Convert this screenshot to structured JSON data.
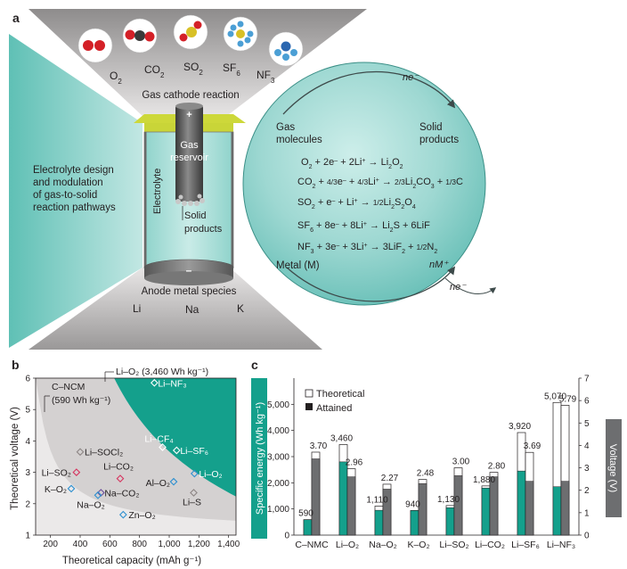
{
  "panel_a": {
    "label": "a",
    "gases": [
      "O2",
      "CO2",
      "SO2",
      "SF6",
      "NF3"
    ],
    "gas_cathode_reaction": "Gas cathode reaction",
    "plus_sign": "+",
    "minus_sign": "–",
    "gas": "Gas",
    "reservoir": "reservoir",
    "electrolyte": "Electrolyte",
    "solid": "Solid",
    "products": "products",
    "electrolyte_design": [
      "Electrolyte design",
      "and modulation",
      "of gas-to-solid",
      "reaction pathways"
    ],
    "anode_metal_species": "Anode metal species",
    "metals": [
      "Li",
      "Na",
      "K"
    ],
    "sphere": {
      "ne_top": "ne⁻",
      "gas_molecules": [
        "Gas",
        "molecules"
      ],
      "solid_products": [
        "Solid",
        "products"
      ],
      "metal_m": "Metal (M)",
      "nm_plus": "nM⁺",
      "ne_bottom": "ne⁻",
      "reactions": [
        "O₂ + 2e⁻ + 2Li⁺ → Li₂O₂",
        "CO₂ + 4/3 e⁻ + 4/3 Li⁺ → 2/3 Li₂CO₃ + 1/3 C",
        "SO₂ + e⁻ + Li⁺ → 1/2 Li₂S₂O₄",
        "SF₆ + 8e⁻ + 8Li⁺ → Li₂S + 6LiF",
        "NF₃ + 3e⁻ + 3Li⁺ → 3LiF₂ + 1/2 N₂"
      ]
    }
  },
  "chart_data": [
    {
      "type": "scatter",
      "label": "b",
      "xlabel": "Theoretical capacity (mAh g⁻¹)",
      "ylabel": "Theoretical voltage (V)",
      "xlim": [
        100,
        1450
      ],
      "ylim": [
        1,
        6
      ],
      "x_ticks": [
        "200",
        "400",
        "600",
        "800",
        "1,000",
        "1,200",
        "1,400"
      ],
      "y_ticks": [
        "1",
        "2",
        "3",
        "4",
        "5",
        "6"
      ],
      "top_callout": "Li–O₂ (3,460 Wh kg⁻¹)",
      "c_ncm": [
        "C–NCM",
        "(590 Wh kg⁻¹)"
      ],
      "points": [
        {
          "name": "Li–NF₃",
          "x": 900,
          "y": 5.85,
          "color": "#ffffff"
        },
        {
          "name": "Li–CF₄",
          "x": 955,
          "y": 3.8,
          "color": "#ffffff"
        },
        {
          "name": "Li–SF₆",
          "x": 1050,
          "y": 3.7,
          "color": "#ffffff"
        },
        {
          "name": "Li–O₂",
          "x": 1170,
          "y": 2.96,
          "color": "#2c8fd0"
        },
        {
          "name": "Li–SOCl₂",
          "x": 400,
          "y": 3.65,
          "color": "#8c8584"
        },
        {
          "name": "Li–SO₂",
          "x": 375,
          "y": 3.0,
          "color": "#d6335e"
        },
        {
          "name": "Li–CO₂",
          "x": 670,
          "y": 2.8,
          "color": "#d6335e"
        },
        {
          "name": "K–O₂",
          "x": 340,
          "y": 2.48,
          "color": "#2c8fd0"
        },
        {
          "name": "Na–CO₂",
          "x": 540,
          "y": 2.35,
          "color": "#6a4d9b"
        },
        {
          "name": "Na–O₂",
          "x": 520,
          "y": 2.27,
          "color": "#2c8fd0"
        },
        {
          "name": "Al–O₂",
          "x": 1030,
          "y": 2.7,
          "color": "#2c8fd0"
        },
        {
          "name": "Li–S",
          "x": 1165,
          "y": 2.35,
          "color": "#8c8584"
        },
        {
          "name": "Zn–O₂",
          "x": 690,
          "y": 1.65,
          "color": "#2c8fd0"
        }
      ]
    },
    {
      "type": "bar",
      "label": "c",
      "categories": [
        "C–NMC",
        "Li–O₂",
        "Na–O₂",
        "K–O₂",
        "Li–SO₂",
        "Li–CO₂",
        "Li–SF₆",
        "Li–NF₃"
      ],
      "ylabel": "Specific energy (Wh kg⁻¹)",
      "y2label": "Voltage (V)",
      "ylim": [
        0,
        6000
      ],
      "y2lim": [
        0,
        7
      ],
      "y_ticks": [
        "0",
        "1,000",
        "2,000",
        "3,000",
        "4,000",
        "5,000"
      ],
      "y2_ticks": [
        "0",
        "1",
        "2",
        "3",
        "4",
        "5",
        "6",
        "7"
      ],
      "legend": [
        "Theoretical",
        "Attained"
      ],
      "energy_theoretical": [
        590,
        3460,
        1110,
        940,
        1130,
        1880,
        3920,
        5070
      ],
      "energy_attained": [
        590,
        2800,
        950,
        940,
        1050,
        1800,
        2450,
        1850
      ],
      "energy_labels": [
        "590",
        "3,460",
        "1,110",
        "940",
        "1,130",
        "1,880",
        "3,920",
        "5,070"
      ],
      "voltage_theoretical": [
        3.7,
        2.96,
        2.27,
        2.48,
        3.0,
        2.8,
        3.69,
        5.79
      ],
      "voltage_attained": [
        3.4,
        2.6,
        2.05,
        2.3,
        2.65,
        2.6,
        2.4,
        2.4
      ],
      "voltage_labels": [
        "3.70",
        "2.96",
        "2.27",
        "2.48",
        "3.00",
        "2.80",
        "3.69",
        "5.79"
      ],
      "colors": {
        "attained_energy": "#14a08c",
        "attained_voltage": "#6d6e70",
        "theoretical": "#ffffff"
      }
    }
  ]
}
